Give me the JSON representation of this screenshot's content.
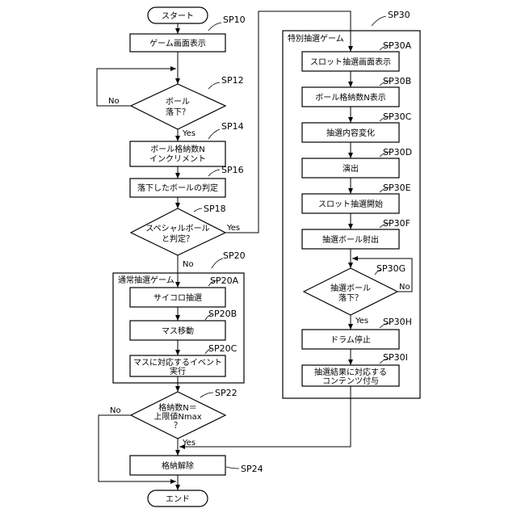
{
  "nodes": {
    "start": {
      "text": "スタート"
    },
    "sp10": {
      "label": "SP10",
      "text": "ゲーム画面表示"
    },
    "sp12": {
      "label": "SP12",
      "lines": [
        "ボール",
        "落下？"
      ]
    },
    "sp14": {
      "label": "SP14",
      "lines": [
        "ボール格納数N",
        "インクリメント"
      ]
    },
    "sp16": {
      "label": "SP16",
      "text": "落下したボールの判定"
    },
    "sp18": {
      "label": "SP18",
      "lines": [
        "スペシャルボール",
        "と判定？"
      ]
    },
    "sp20": {
      "label": "SP20",
      "title": "通常抽選ゲーム"
    },
    "sp20a": {
      "label": "SP20A",
      "text": "サイコロ抽選"
    },
    "sp20b": {
      "label": "SP20B",
      "text": "マス移動"
    },
    "sp20c": {
      "label": "SP20C",
      "lines": [
        "マスに対応するイベント",
        "実行"
      ]
    },
    "sp22": {
      "label": "SP22",
      "lines": [
        "格納数N＝",
        "上限値Nmax",
        "？"
      ]
    },
    "sp24": {
      "label": "SP24",
      "text": "格納解除"
    },
    "end": {
      "text": "エンド"
    },
    "sp30": {
      "label": "SP30",
      "title": "特別抽選ゲーム"
    },
    "sp30a": {
      "label": "SP30A",
      "text": "スロット抽選画面表示"
    },
    "sp30b": {
      "label": "SP30B",
      "text": "ボール格納数N表示"
    },
    "sp30c": {
      "label": "SP30C",
      "text": "抽選内容変化"
    },
    "sp30d": {
      "label": "SP30D",
      "text": "演出"
    },
    "sp30e": {
      "label": "SP30E",
      "text": "スロット抽選開始"
    },
    "sp30f": {
      "label": "SP30F",
      "text": "抽選ボール射出"
    },
    "sp30g": {
      "label": "SP30G",
      "lines": [
        "抽選ボール",
        "落下？"
      ]
    },
    "sp30h": {
      "label": "SP30H",
      "text": "ドラム停止"
    },
    "sp30i": {
      "label": "SP30I",
      "lines": [
        "抽選結果に対応する",
        "コンテンツ付与"
      ]
    }
  },
  "branches": {
    "yes": "Yes",
    "no": "No"
  }
}
